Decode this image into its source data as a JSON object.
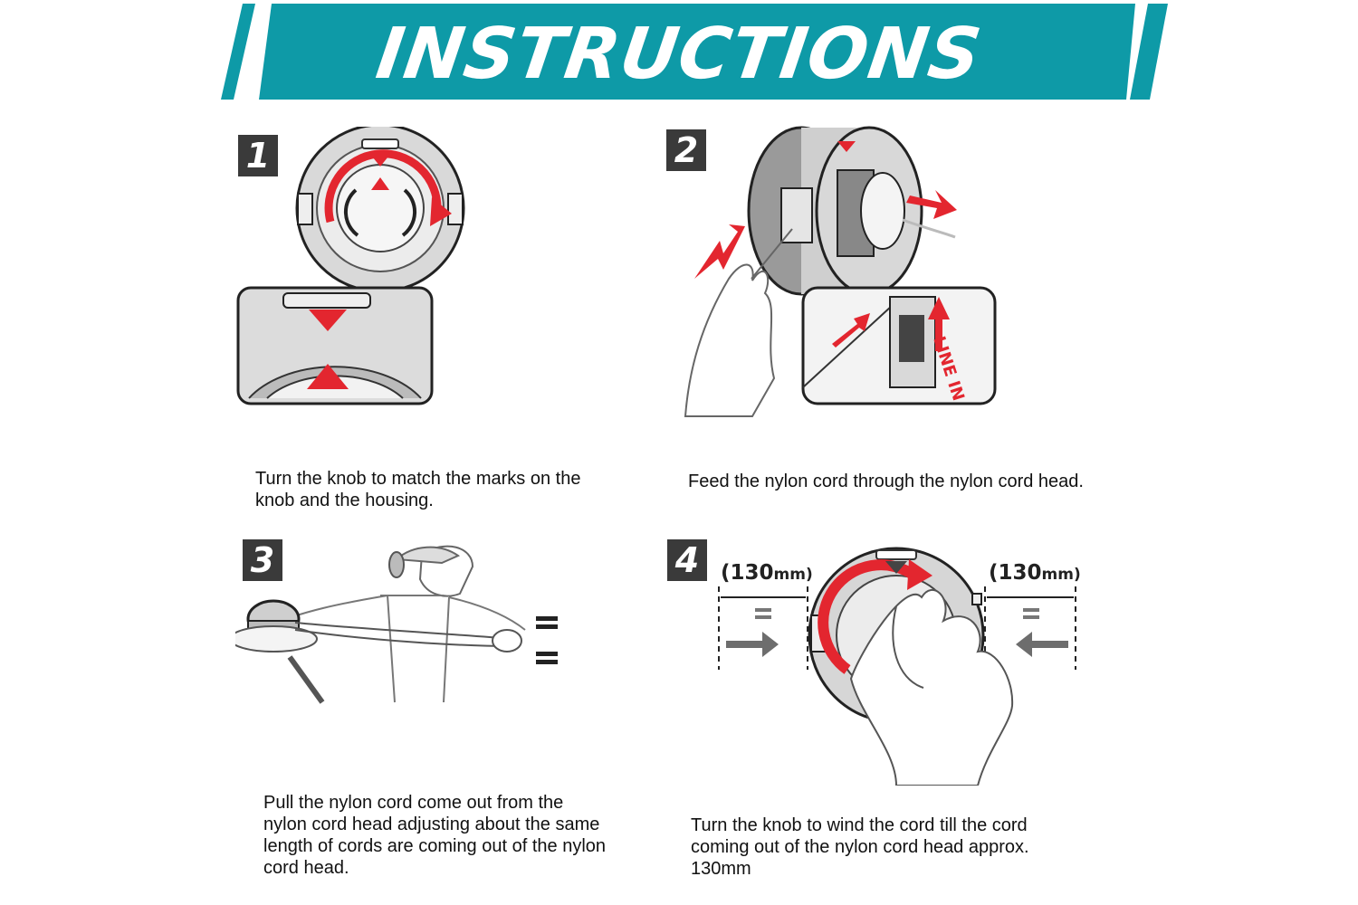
{
  "header": {
    "title": "INSTRUCTIONS"
  },
  "colors": {
    "banner": "#0e9aa7",
    "accent": "#e3262f",
    "badge": "#3a3a3a"
  },
  "steps": [
    {
      "number": "1",
      "caption": "Turn the knob to match the marks on the knob and the housing.",
      "icon": "spool-knob-alignment-illustration"
    },
    {
      "number": "2",
      "caption": "Feed the nylon cord through the nylon cord head.",
      "icon": "feed-cord-illustration",
      "label": "LINE IN"
    },
    {
      "number": "3",
      "caption": "Pull the nylon cord come out from the nylon cord head adjusting about the same length of cords are coming out of the nylon cord head.",
      "icon": "pull-cord-illustration"
    },
    {
      "number": "4",
      "caption": "Turn the knob to wind the cord till the cord coming out of the nylon cord head approx. 130mm",
      "icon": "wind-cord-illustration",
      "measure_left": "(130",
      "measure_right": "(130",
      "unit": "mm)"
    }
  ]
}
